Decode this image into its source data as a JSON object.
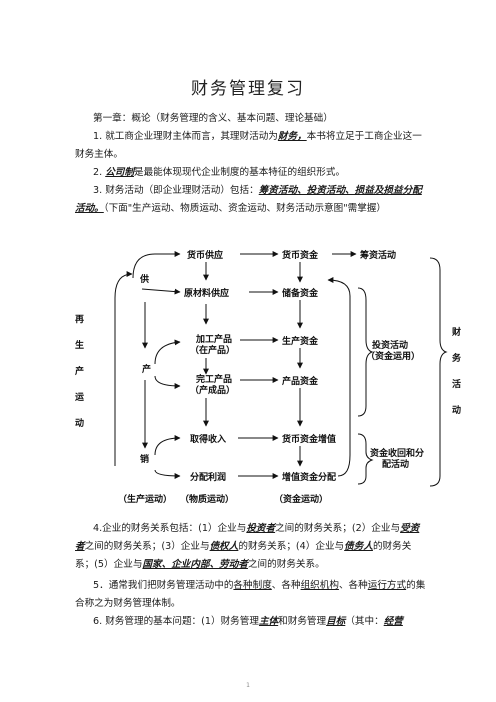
{
  "doc": {
    "title": "财务管理复习",
    "chapter_heading": "第一章：概论（财务管理的含义、基本问题、理论基础）",
    "item1": {
      "pre": "1. 就工商企业理财主体而言，其理财活动为",
      "em": "财务，",
      "post": "本书将立足于工商企业这一财务主体。"
    },
    "item2": {
      "pre": "2. ",
      "em": "公司制",
      "post": "是最能体现现代企业制度的基本特征的组织形式。"
    },
    "item3": {
      "pre": "3. 财务活动（即企业理财活动）包括：",
      "em": "筹资活动、投资活动、损益及损益分配活动。",
      "post": "（下面\"生产运动、物质运动、资金运动、财务活动示意图\"需掌握）"
    },
    "item4": {
      "s1": "4.企业的财务关系包括：(1）企业与",
      "e1": "投资者",
      "s2": "之间的财务关系；(2）企业与",
      "e2": "受资者",
      "s3": "之间的财务关系；(3）企业与",
      "e3": "债权人",
      "s4": "的财务关系；(4）企业与",
      "e4": "债务人",
      "s5": "的财务关系；(5）企业与",
      "e5": "国家、企业内部、劳动者",
      "s6": "之间的财务关系。"
    },
    "item5": {
      "s1": "5．通常我们把财务管理活动中的",
      "u1": "各种制度",
      "s2": "、各种",
      "u2": "组织机构",
      "s3": "、各种",
      "u3": "运行方式",
      "s4": "的集合称之为财务管理体制。"
    },
    "item6": {
      "s1": "6. 财务管理的基本问题：(1）财务管理",
      "e1": "主体",
      "s2": "和财务管理",
      "e2": "目标",
      "s3": "（其中：",
      "e3": "经营"
    },
    "page_number": "1"
  },
  "diagram": {
    "currency_supply": "货币供应",
    "currency_capital": "货币资金",
    "financing_activity": "筹资活动",
    "supply": "供",
    "raw_material_supply": "原材料供应",
    "reserve_capital": "储备资金",
    "reproduction": [
      "再",
      "生",
      "产",
      "运",
      "动"
    ],
    "processing_product_1": "加工产品",
    "processing_product_2": "（在产品）",
    "production_capital": "生产资金",
    "production": "产",
    "investment_activity_1": "投资活动",
    "investment_activity_2": "（资金运用）",
    "finished_product_1": "完工产品",
    "finished_product_2": "（产成品）",
    "product_capital": "产品资金",
    "financial_activity": [
      "财",
      "务",
      "活",
      "动"
    ],
    "obtain_income": "取得收入",
    "currency_capital_increase": "货币资金增值",
    "sales": "销",
    "recovery_1": "资金收回和分",
    "recovery_2": "配活动",
    "profit_distribution": "分配利润",
    "increment_distribution": "增值资金分配",
    "caption_production": "（生产运动）",
    "caption_material": "（物质运动）",
    "caption_capital": "（资金运动）"
  }
}
